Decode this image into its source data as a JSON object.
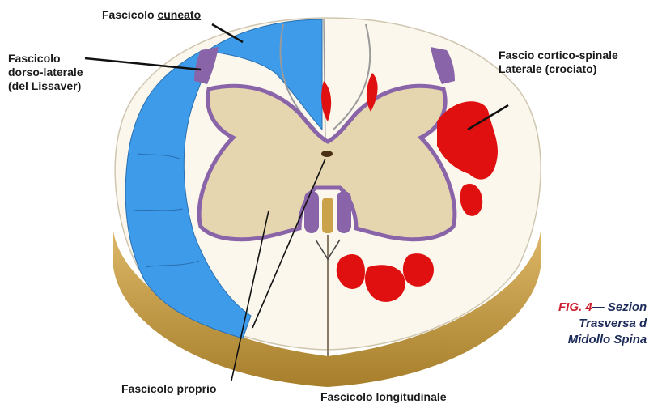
{
  "labels": {
    "cuneato": {
      "prefix": "Fascicolo ",
      "underlined": "cuneato"
    },
    "dorso_laterale": [
      "Fascicolo",
      "dorso-laterale",
      "(del Lissaver)"
    ],
    "cortico_spinale": [
      "Fascio cortico-spinale",
      "Laterale (crociato)"
    ],
    "proprio": "Fascicolo proprio",
    "longitudinale": "Fascicolo longitudinale"
  },
  "caption": {
    "fig": "FIG. 4",
    "dash": "— Sezion",
    "line2": "Trasversa d",
    "line3": "Midollo Spina"
  },
  "colors": {
    "blue_tract": "#3d9be9",
    "red_tract": "#e01010",
    "grey_matter": "#e6d6b0",
    "outline_purple": "#8a64a8",
    "white_matter": "#fbf7ec",
    "meninges_gold": "#c9a24a"
  }
}
